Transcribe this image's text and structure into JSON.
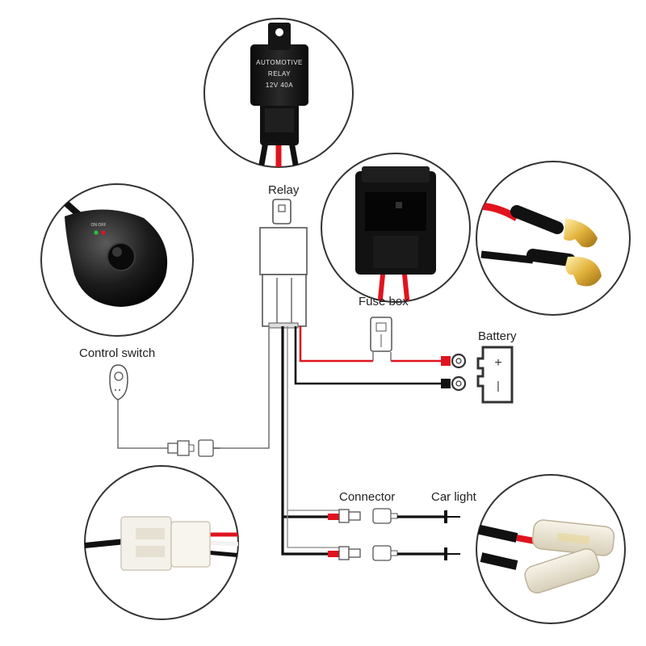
{
  "labels": {
    "relay": "Relay",
    "fuse_box": "Fuse box",
    "battery": "Battery",
    "control_switch": "Control switch",
    "connector": "Connector",
    "car_light": "Car light"
  },
  "relay_photo_text": {
    "line1": "AUTOMOTIVE",
    "line2": "RELAY",
    "line3": "12V 40A"
  },
  "switch_photo_text": {
    "on_off": "ON OFF"
  },
  "battery_symbols": {
    "plus": "+",
    "minus": "|"
  },
  "colors": {
    "wire_red": "#e0141e",
    "wire_black": "#111111",
    "outline": "#555555",
    "photo_border": "#333333"
  }
}
